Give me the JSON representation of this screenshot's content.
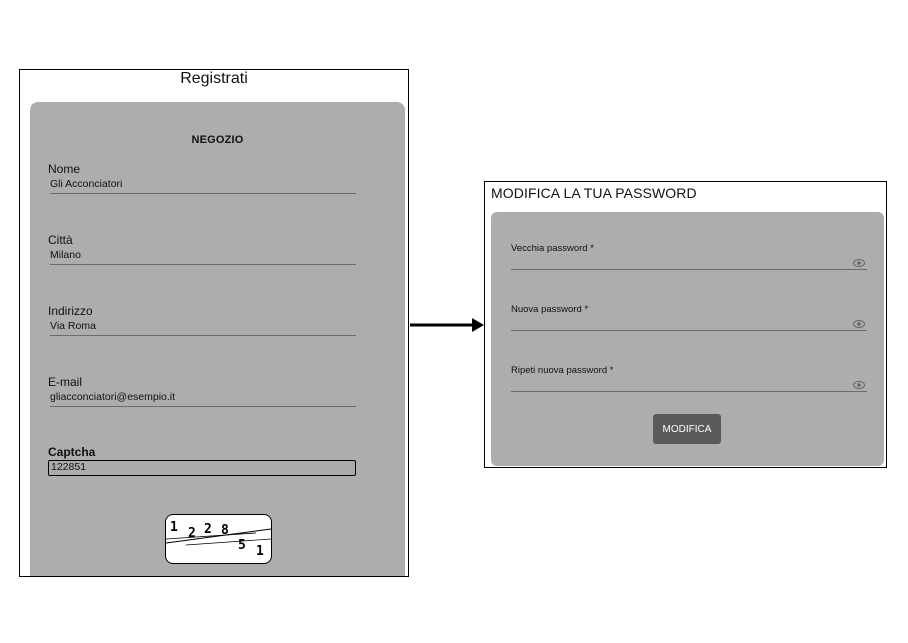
{
  "register": {
    "title": "Registrati",
    "heading": "NEGOZIO",
    "fields": [
      {
        "label": "Nome",
        "value": "Gli Acconciatori"
      },
      {
        "label": "Città",
        "value": "Milano"
      },
      {
        "label": "Indirizzo",
        "value": "Via Roma"
      },
      {
        "label": "E-mail",
        "value": "gliacconciatori@esempio.it"
      }
    ],
    "captcha": {
      "label": "Captcha",
      "value": "122851",
      "image_text": "122851"
    }
  },
  "password": {
    "title": "MODIFICA LA TUA PASSWORD",
    "fields": [
      {
        "label": "Vecchia password *",
        "icon": "eye-icon"
      },
      {
        "label": "Nuova password *",
        "icon": "eye-icon"
      },
      {
        "label": "Ripeti nuova password *",
        "icon": "eye-icon"
      }
    ],
    "button": "MODIFICA"
  }
}
